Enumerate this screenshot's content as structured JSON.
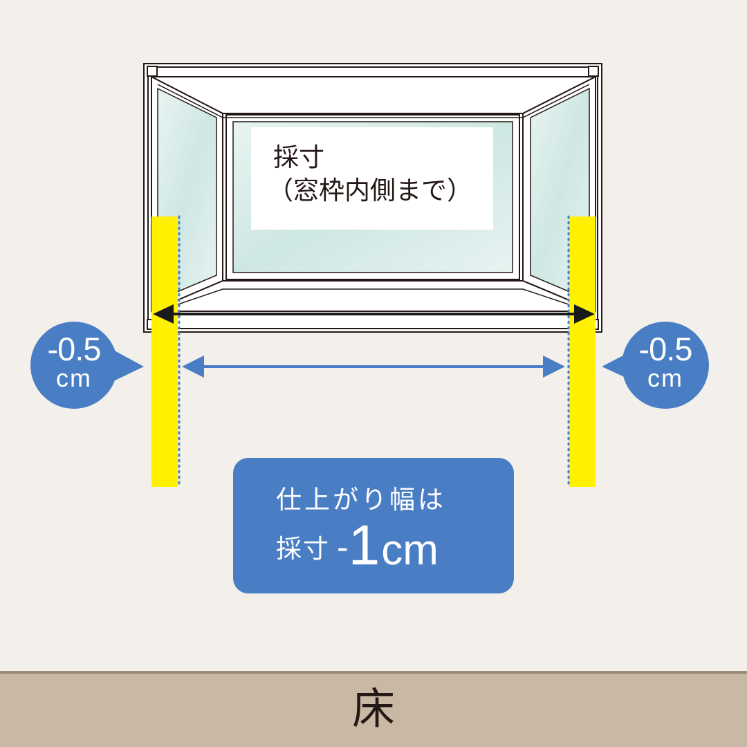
{
  "measure_label": {
    "title": "採寸",
    "subtitle": "（窓枠内側まで）"
  },
  "left_badge": {
    "value": "-0.5",
    "unit": "cm"
  },
  "right_badge": {
    "value": "-0.5",
    "unit": "cm"
  },
  "result": {
    "line1": "仕上がり幅は",
    "prefix": "採寸",
    "minus": "-",
    "value": "1",
    "unit": "cm"
  },
  "floor": {
    "label": "床"
  },
  "colors": {
    "background": "#f3f0ec",
    "floor": "#c9b8a3",
    "accent_blue": "#4a7ec4",
    "yellow_band": "#fff100",
    "glass": "#d5ebe8",
    "arrow_black": "#1a1a1a"
  }
}
